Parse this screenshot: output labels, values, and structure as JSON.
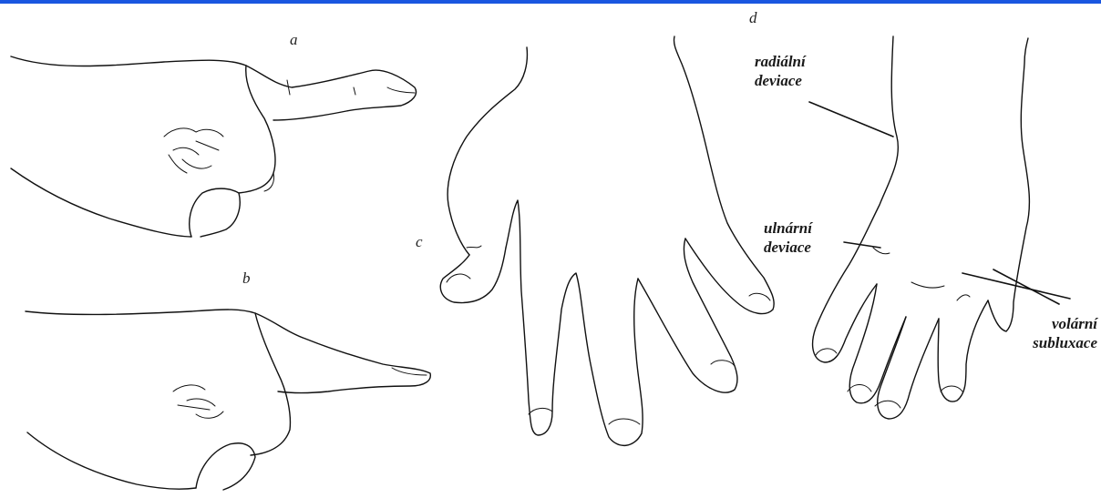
{
  "panels": {
    "a": "a",
    "b": "b",
    "c": "c",
    "d": "d"
  },
  "annotations": {
    "radial": {
      "line1": "radiální",
      "line2": "deviace"
    },
    "ulnar": {
      "line1": "ulnární",
      "line2": "deviace"
    },
    "volar": {
      "line1": "volární",
      "line2": "subluxace"
    }
  },
  "colors": {
    "top_bar": "#1a56e0",
    "ink": "#111111"
  }
}
